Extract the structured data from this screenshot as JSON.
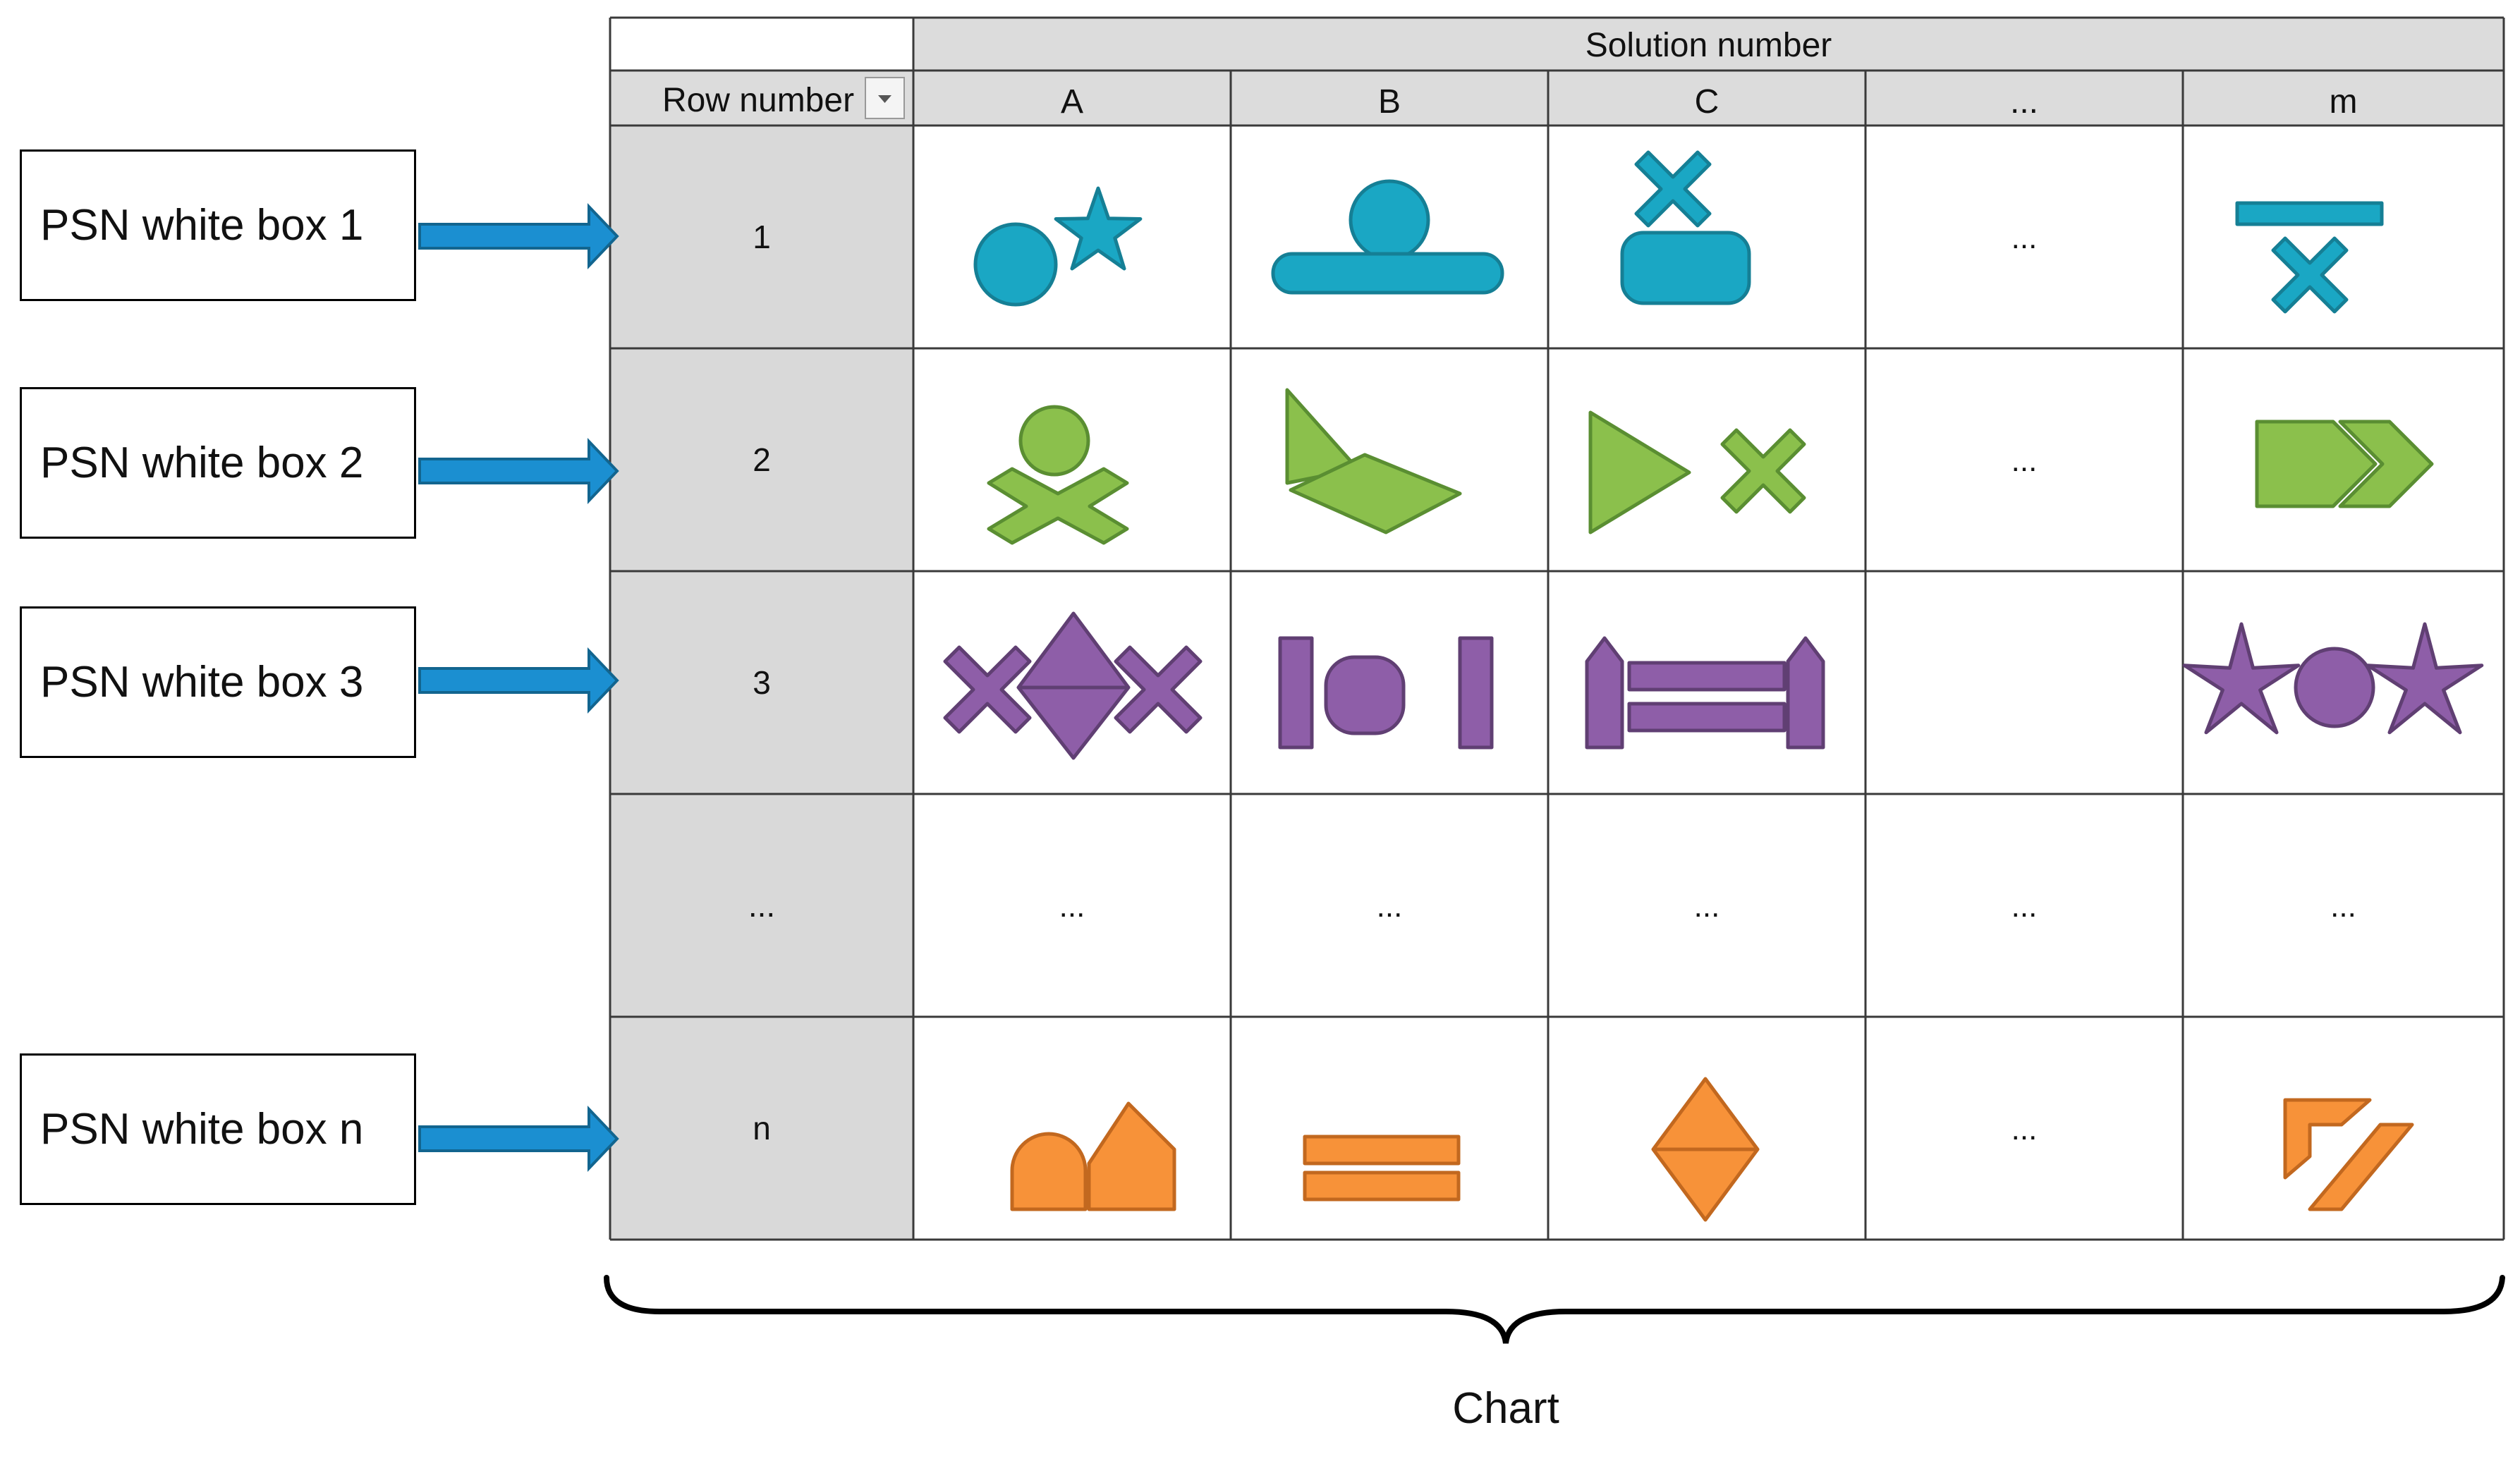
{
  "psn_boxes": [
    "PSN white box 1",
    "PSN white box 2",
    "PSN white box 3",
    "PSN white box n"
  ],
  "table": {
    "header_group": "Solution number",
    "row_header": "Row number",
    "columns": [
      "A",
      "B",
      "C",
      "...",
      "m"
    ],
    "rows": [
      "1",
      "2",
      "3",
      "...",
      "n"
    ],
    "ellipsis": "...",
    "row_colors": [
      "#1aa7c4",
      "#8bc04c",
      "#8e5ea8",
      null,
      "#f79239"
    ],
    "row_stroke_colors": [
      "#157f95",
      "#5a8e32",
      "#603f73",
      null,
      "#c2681f"
    ],
    "row_header_fill": "#d9d9d9",
    "header_fill": "#dcdcdc"
  },
  "arrow_color": "#1b8fd1",
  "brace_label": "Chart"
}
